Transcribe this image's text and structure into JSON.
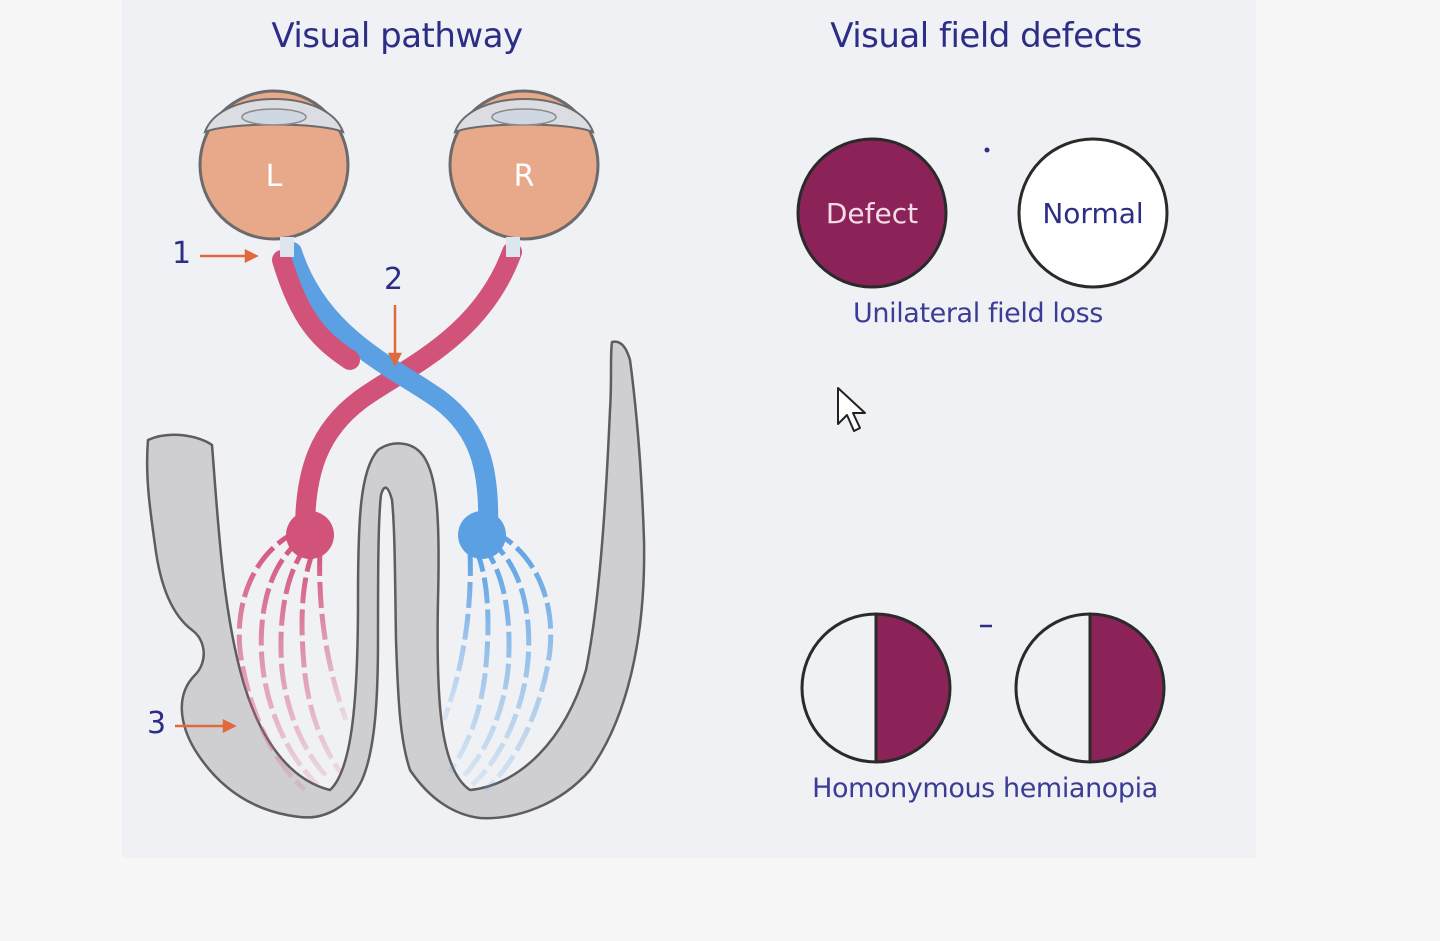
{
  "visual_pathway": {
    "title": "Visual pathway",
    "left_eye_label": "L",
    "right_eye_label": "R",
    "markers": [
      "1",
      "2",
      "3"
    ],
    "colors": {
      "left_path": "#d2537a",
      "right_path": "#5aa0e3",
      "eye": "#e8a88a",
      "brain": "#cfcfd1"
    }
  },
  "visual_field_defects": {
    "title": "Visual field defects",
    "unilateral": {
      "defect_label": "Defect",
      "normal_label": "Normal",
      "caption": "Unilateral field loss"
    },
    "homonymous": {
      "caption": "Homonymous hemianopia",
      "defect_side": "right"
    },
    "defect_color": "#8b2358"
  },
  "cursor": {
    "icon": "mouse-pointer-icon"
  }
}
